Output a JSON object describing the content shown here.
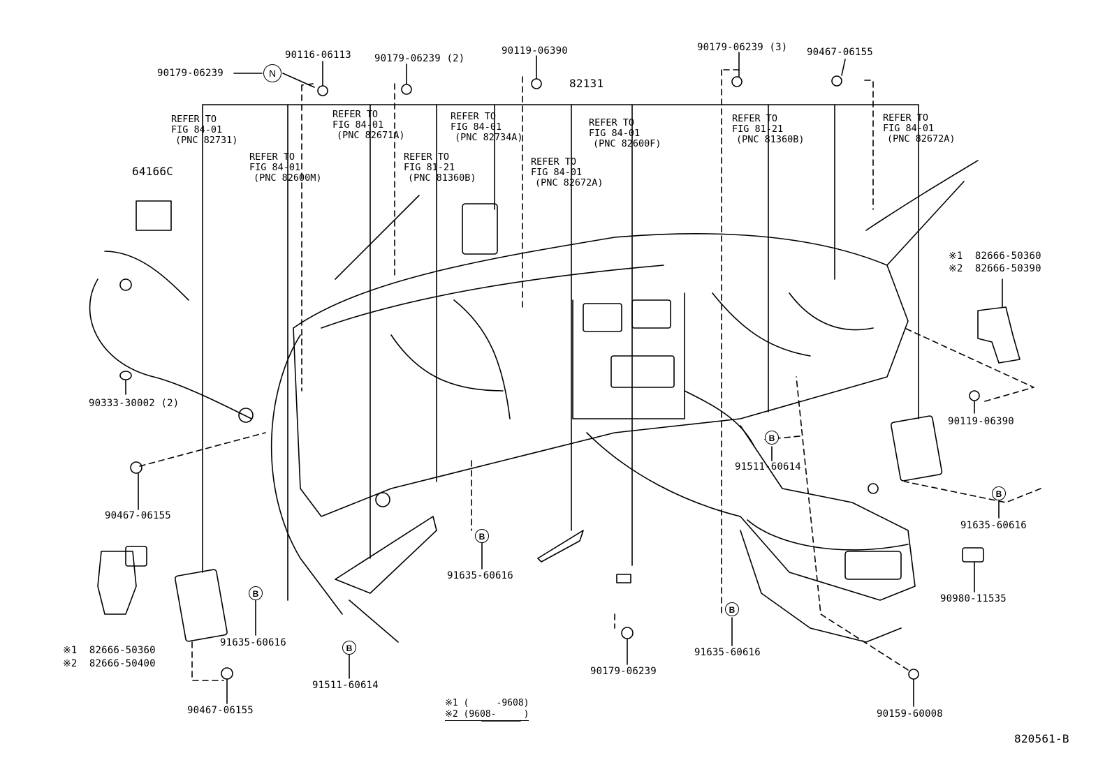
{
  "diagram_id": "820561-B",
  "main_part": "82131",
  "block_64166": "64166C",
  "callouts": {
    "c1": "90179-06239",
    "c2": "90116-06113",
    "c3": "90179-06239 (2)",
    "c4": "90119-06390",
    "c5": "90179-06239 (3)",
    "c6": "90467-06155",
    "c7": "90333-30002 (2)",
    "c8": "90467-06155",
    "c9": "90119-06390",
    "c10": "91511-60614",
    "c11": "91635-60616",
    "c12": "91635-60616",
    "c13": "90980-11535",
    "c14": "91635-60616",
    "c15": "90179-06239",
    "c16": "91635-60616",
    "c17": "91511-60614",
    "c18": "90467-06155",
    "c19": "90159-60008"
  },
  "variants": {
    "right_1": "※1  82666-50360",
    "right_2": "※2  82666-50390",
    "left_1": "※1  82666-50360",
    "left_2": "※2  82666-50400"
  },
  "refs": {
    "r1": {
      "l1": "REFER TO",
      "l2": "FIG 84-01",
      "l3": "(PNC 82731)"
    },
    "r2": {
      "l1": "REFER TO",
      "l2": "FIG 84-01",
      "l3": "(PNC 82600M)"
    },
    "r3": {
      "l1": "REFER TO",
      "l2": "FIG 84-01",
      "l3": "(PNC 82671A)"
    },
    "r4": {
      "l1": "REFER TO",
      "l2": "FIG 81-21",
      "l3": "(PNC 81360B)"
    },
    "r5": {
      "l1": "REFER TO",
      "l2": "FIG 84-01",
      "l3": "(PNC 82734A)"
    },
    "r6": {
      "l1": "REFER TO",
      "l2": "FIG 84-01",
      "l3": "(PNC 82672A)"
    },
    "r7": {
      "l1": "REFER TO",
      "l2": "FIG 84-01",
      "l3": "(PNC 82600F)"
    },
    "r8": {
      "l1": "REFER TO",
      "l2": "FIG 81-21",
      "l3": "(PNC 81360B)"
    },
    "r9": {
      "l1": "REFER TO",
      "l2": "FIG 84-01",
      "l3": "(PNC 82672A)"
    }
  },
  "circle_tags": {
    "n": "N",
    "b": "B"
  },
  "notes": {
    "n1": "※1 (     -9608)",
    "n2": "※2 (9608-     )"
  }
}
